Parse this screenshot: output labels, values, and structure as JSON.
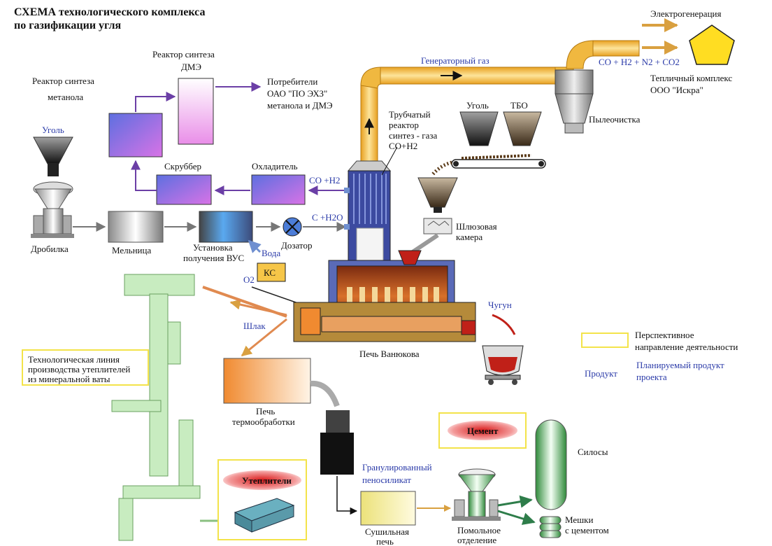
{
  "title": {
    "line1": "СХЕМА технологического комплекса",
    "line2": "по газификации угля"
  },
  "nodes": {
    "coal_left": "Уголь",
    "crusher": "Дробилка",
    "mill": "Мельница",
    "vus": {
      "line1": "Установка",
      "line2": "получения ВУС"
    },
    "water": "Вода",
    "ks": "КС",
    "o2": "O2",
    "dispenser": "Дозатор",
    "c_h2o": "C +H2O",
    "methanol_reactor": {
      "line1": "Реактор синтеза",
      "line2": "метанола"
    },
    "dme_reactor": {
      "line1": "Реактор синтеза",
      "line2": "ДМЭ"
    },
    "consumers": {
      "line1": "Потребители",
      "line2": "ОАО \"ПО ЭХЗ\"",
      "line3": "метанола и ДМЭ"
    },
    "scrubber": "Скруббер",
    "cooler": "Охладитель",
    "co_h2": "CO +H2",
    "tube_reactor": {
      "line1": "Трубчатый",
      "line2": "реактор",
      "line3": "синтез - газа",
      "line4": "CO+H2"
    },
    "generator_gas": "Генераторный газ",
    "coal_top": "Уголь",
    "tbo": "ТБО",
    "dust_cleaning": "Пылеочистка",
    "power_gen": "Электрогенерация",
    "gas_mix": "CO + H2 + N2 + CO2",
    "greenhouse": {
      "line1": "Тепличный комплекс",
      "line2": "ООО \"Искра\""
    },
    "lock_chamber": {
      "line1": "Шлюзовая",
      "line2": "камера"
    },
    "pig_iron": "Чугун",
    "vanyukov": "Печь Ванюкова",
    "slag": "Шлак",
    "mineral_wool_line": {
      "line1": "Технологическая линия",
      "line2": "производства утеплителей",
      "line3": "из минеральной ваты"
    },
    "heat_furnace": {
      "line1": "Печь",
      "line2": "термообработки"
    },
    "granulated": {
      "line1": "Гранулированный",
      "line2": "пеносиликат"
    },
    "insulation": "Утеплители",
    "drying": {
      "line1": "Сушильная",
      "line2": "печь"
    },
    "grinding": {
      "line1": "Помольное",
      "line2": "отделение"
    },
    "cement": "Цемент",
    "silos": "Силосы",
    "bags": {
      "line1": "Мешки",
      "line2": "с цементом"
    }
  },
  "legend": {
    "perspective": {
      "line1": "Перспективное",
      "line2": "направление деятельности"
    },
    "product_label": "Продукт",
    "planned": {
      "line1": "Планируемый продукт",
      "line2": "проекта"
    }
  },
  "colors": {
    "gas_pipe": "#f0b840",
    "label_blue": "#2a3aa8",
    "arrow_purple": "#6b3fa6",
    "furnace_red": "#c02018",
    "highlight_yellow": "#f3e34a",
    "green_line": "#2e8b57"
  }
}
